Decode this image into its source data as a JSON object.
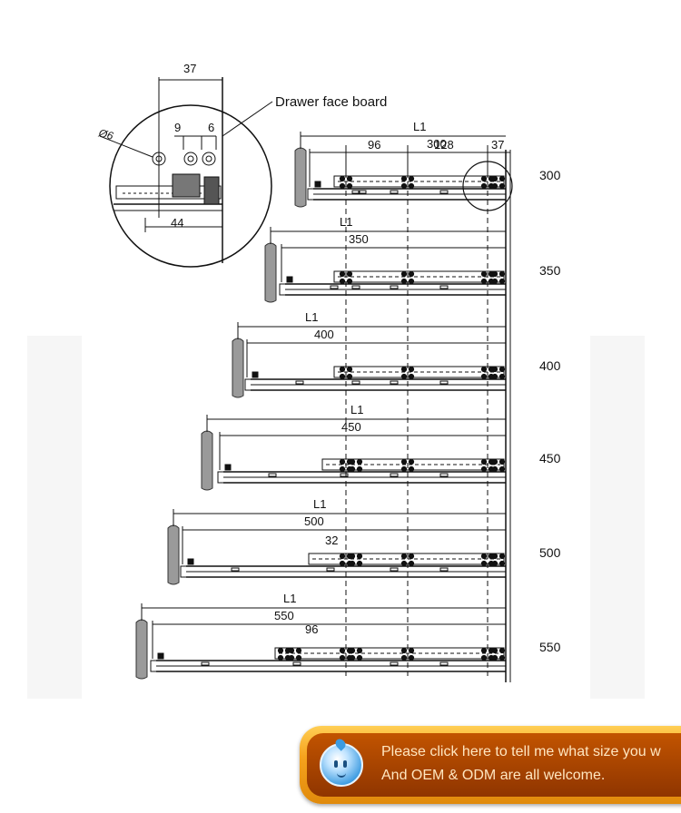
{
  "detail": {
    "dim_top": "37",
    "dim_hole_spacing": "9",
    "dim_offset": "6",
    "dim_bottom": "44",
    "hole_diameter": "Ø6",
    "callout": "Drawer face board"
  },
  "top_dims": {
    "a": "96",
    "b": "128",
    "c": "37"
  },
  "label_32": "32",
  "label_96": "96",
  "slides": [
    {
      "l1": "L1",
      "length": "300",
      "side_label": "300"
    },
    {
      "l1": "L1",
      "length": "350",
      "side_label": "350"
    },
    {
      "l1": "L1",
      "length": "400",
      "side_label": "400"
    },
    {
      "l1": "L1",
      "length": "450",
      "side_label": "450"
    },
    {
      "l1": "L1",
      "length": "500",
      "side_label": "500"
    },
    {
      "l1": "L1",
      "length": "550",
      "side_label": "550"
    }
  ],
  "banner": {
    "line1": "Please click here to tell me what size you w",
    "line2": "And OEM & ODM are all welcome."
  },
  "colors": {
    "line": "#111111",
    "banner_orange": "#f6a21d",
    "banner_dark": "#8f3500",
    "board_fill": "#9a9a9a"
  }
}
